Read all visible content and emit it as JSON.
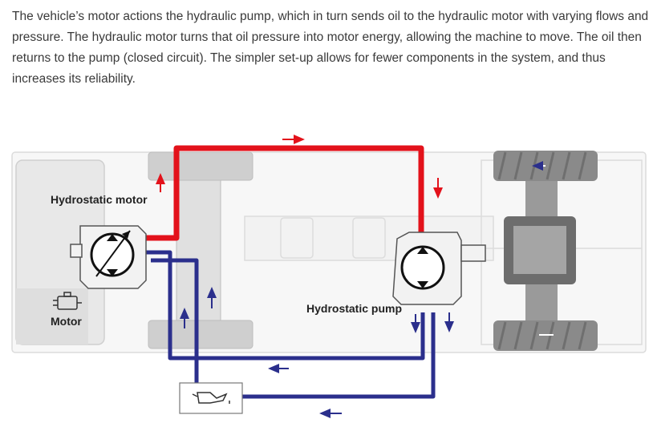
{
  "intro_text": "The vehicle’s motor actions the hydraulic pump, which in turn sends oil to the hydraulic motor with varying flows and pressure. The hydraulic motor turns that oil pressure into motor energy, allowing the machine to move. The oil then returns to the pump (closed circuit). The simpler set-up allows for fewer components in the system, and thus increases its reliability.",
  "labels": {
    "hydrostatic_motor": "Hydrostatic motor",
    "hydrostatic_pump": "Hydrostatic pump",
    "motor": "Motor"
  },
  "colors": {
    "high_pressure_line": "#e3121b",
    "return_line": "#2b2f8c",
    "chassis": "#e6e6e6",
    "tire": "#8a8a8a"
  },
  "icons": [
    "engine-icon",
    "oil-can-icon",
    "flow-arrow-icon"
  ]
}
